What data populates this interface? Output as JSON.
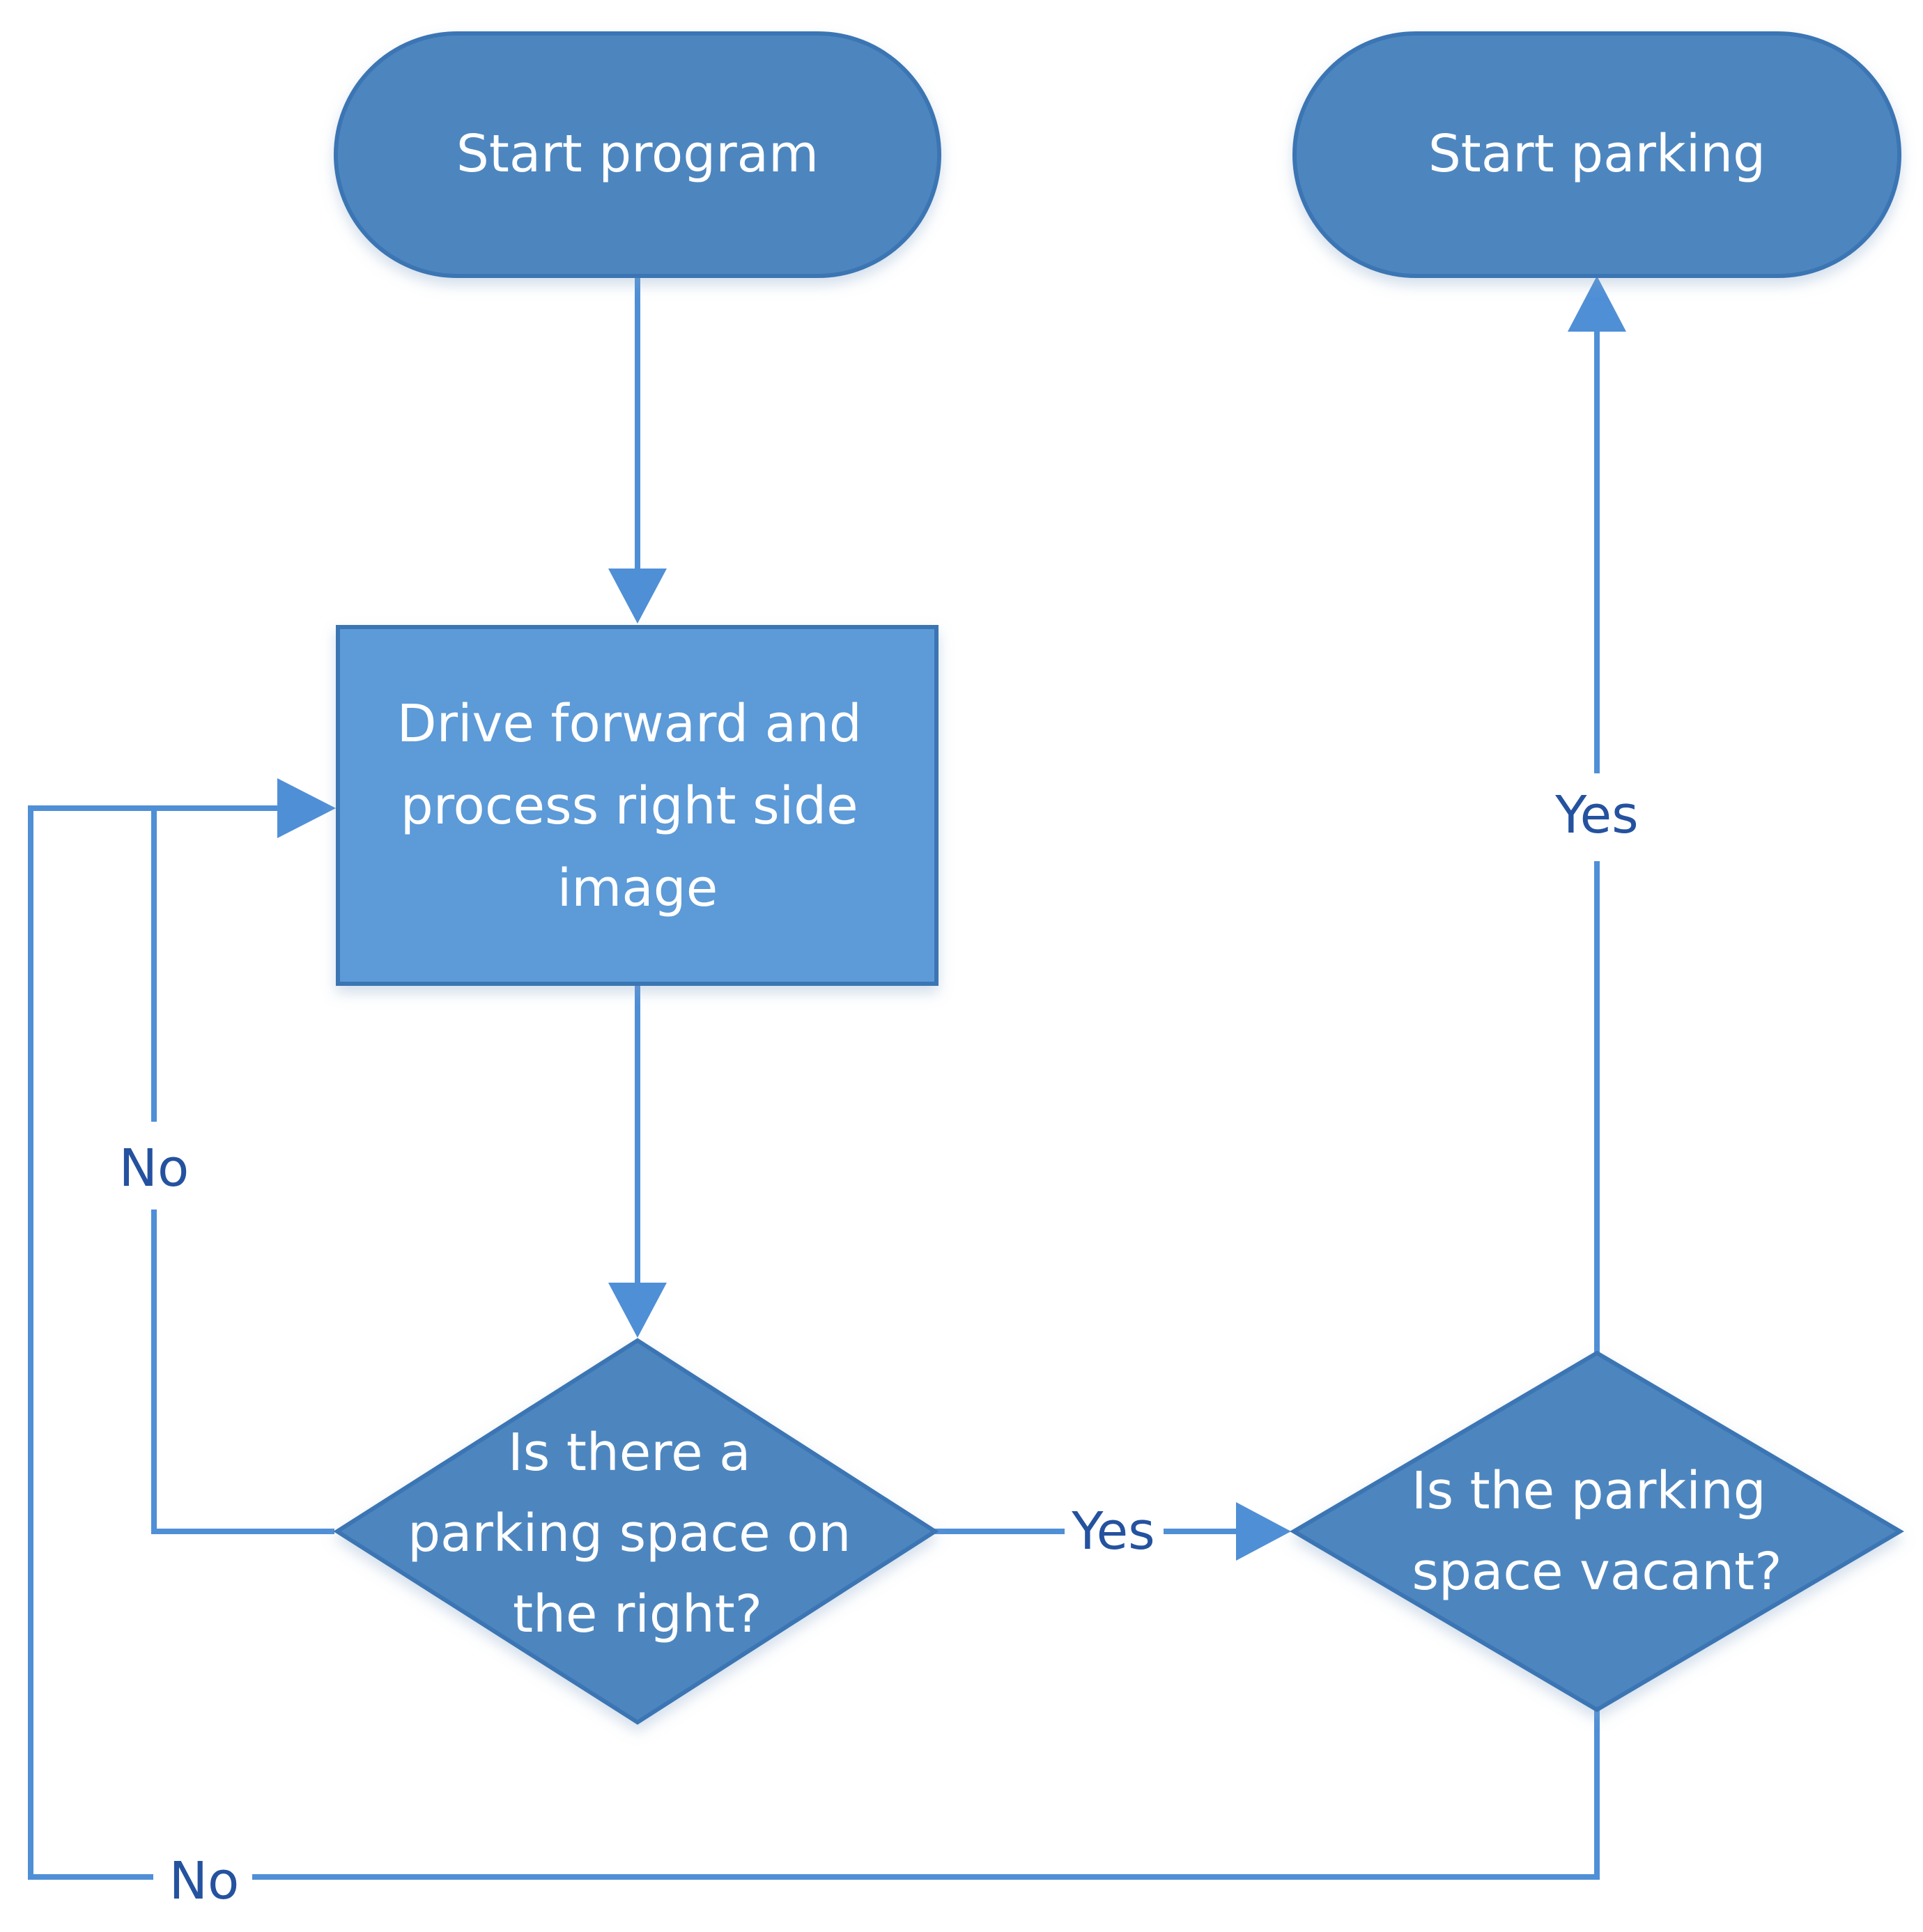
{
  "colors": {
    "terminal_fill": "#4d86bf",
    "process_fill": "#5b9ad8",
    "decision_fill": "#4d86bf",
    "node_stroke": "#3a74b3",
    "connector": "#4f8fd6",
    "label_text": "#24529f",
    "node_text": "#ffffff"
  },
  "nodes": {
    "start_program": {
      "shape": "terminal",
      "lines": [
        "Start program"
      ]
    },
    "start_parking": {
      "shape": "terminal",
      "lines": [
        "Start parking"
      ]
    },
    "drive_forward": {
      "shape": "process",
      "lines": [
        "Drive forward and",
        "process right side",
        "image"
      ]
    },
    "is_parking_space": {
      "shape": "decision",
      "lines": [
        "Is there a",
        "parking space on",
        "the right?"
      ]
    },
    "is_vacant": {
      "shape": "decision",
      "lines": [
        "Is the parking",
        "space vacant?"
      ]
    }
  },
  "edges": {
    "start_to_drive": {
      "from": "Start program",
      "to": "Drive forward and process right side image",
      "label": ""
    },
    "drive_to_decision": {
      "from": "Drive forward and process right side image",
      "to": "Is there a parking space on the right?",
      "label": ""
    },
    "decision_yes": {
      "from": "Is there a parking space on the right?",
      "to": "Is the parking space vacant?",
      "label": "Yes"
    },
    "decision_no": {
      "from": "Is there a parking space on the right?",
      "to": "Drive forward and process right side image",
      "label": "No"
    },
    "vacant_yes": {
      "from": "Is the parking space vacant?",
      "to": "Start parking",
      "label": "Yes"
    },
    "vacant_no": {
      "from": "Is the parking space vacant?",
      "to": "Drive forward and process right side image",
      "label": "No"
    }
  }
}
